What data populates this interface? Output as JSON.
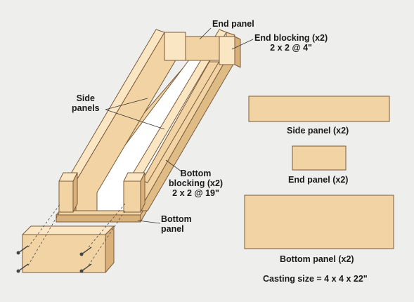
{
  "colors": {
    "background": "#eeeeed",
    "wood": "#f2d3a3",
    "wood_dark": "#d9b07a",
    "interior": "#ffffff",
    "outline": "#7a5b3a"
  },
  "labels": {
    "end_panel": "End panel",
    "end_blocking_line1": "End blocking (x2)",
    "end_blocking_line2": "2 x 2 @ 4\"",
    "side_panels_line1": "Side",
    "side_panels_line2": "panels",
    "bottom_blocking_line1": "Bottom",
    "bottom_blocking_line2": "blocking (x2)",
    "bottom_blocking_line3": "2 x 2 @ 19\"",
    "bottom_panel_line1": "Bottom",
    "bottom_panel_line2": "panel",
    "side_panel_piece": "Side panel (x2)",
    "end_panel_piece": "End panel (x2)",
    "bottom_panel_piece": "Bottom panel (x2)",
    "casting_size": "Casting size = 4 x 4 x 22\""
  }
}
